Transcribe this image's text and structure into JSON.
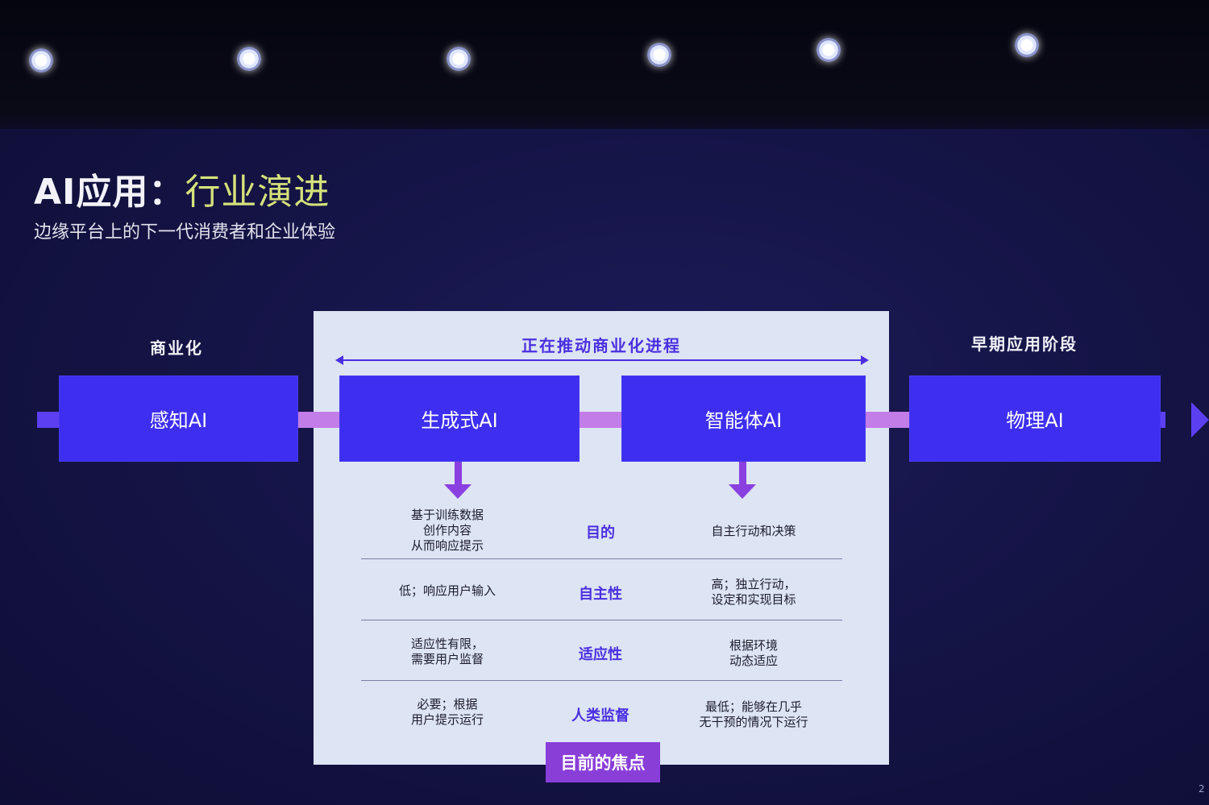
{
  "colors": {
    "stage_box": "#3d2ef0",
    "flow_line": "#5b3ff0",
    "accent_purple": "#8a3ed8",
    "panel_bg": "#dde4f4",
    "title_accent": "#d5e27a"
  },
  "header": {
    "title_prefix": "AI应用：",
    "title_accent": "行业演进",
    "subtitle": "边缘平台上的下一代消费者和企业体验"
  },
  "stages": {
    "left_label": "商业化",
    "right_label": "早期应用阶段",
    "panel_heading": "正在推动商业化进程",
    "boxes": [
      "感知AI",
      "生成式AI",
      "智能体AI",
      "物理AI"
    ]
  },
  "comparison": {
    "rows": [
      {
        "label": "目的",
        "left": "基于训练数据\n创作内容\n从而响应提示",
        "right": "自主行动和决策"
      },
      {
        "label": "自主性",
        "left": "低；响应用户输入",
        "right": "高；独立行动，\n设定和实现目标"
      },
      {
        "label": "适应性",
        "left": "适应性有限，\n需要用户监督",
        "right": "根据环境\n动态适应"
      },
      {
        "label": "人类监督",
        "left": "必要；根据\n用户提示运行",
        "right": "最低；能够在几乎\n无干预的情况下运行"
      }
    ]
  },
  "focus_label": "目前的焦点",
  "page_number": "2"
}
